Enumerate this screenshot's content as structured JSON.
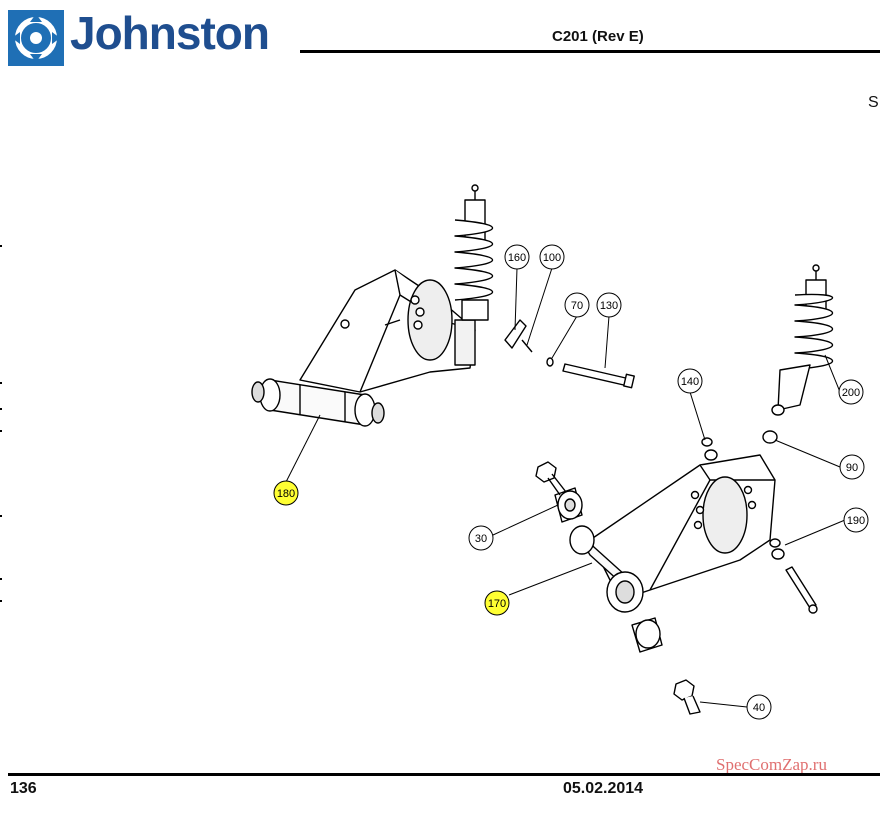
{
  "header": {
    "brand": "Johnston",
    "document_code": "C201 (Rev E)",
    "edge_letter": "S"
  },
  "footer": {
    "page_number": "136",
    "date": "05.02.2014",
    "watermark": "SpecComZap.ru"
  },
  "colors": {
    "brand_blue": "#1f4e8f",
    "highlight": "#ffff33",
    "watermark": "#e07070"
  },
  "callouts": [
    {
      "label": "160",
      "highlighted": false
    },
    {
      "label": "100",
      "highlighted": false
    },
    {
      "label": "70",
      "highlighted": false
    },
    {
      "label": "130",
      "highlighted": false
    },
    {
      "label": "140",
      "highlighted": false
    },
    {
      "label": "200",
      "highlighted": false
    },
    {
      "label": "90",
      "highlighted": false
    },
    {
      "label": "190",
      "highlighted": false
    },
    {
      "label": "180",
      "highlighted": true
    },
    {
      "label": "30",
      "highlighted": false
    },
    {
      "label": "170",
      "highlighted": true
    },
    {
      "label": "40",
      "highlighted": false
    }
  ]
}
